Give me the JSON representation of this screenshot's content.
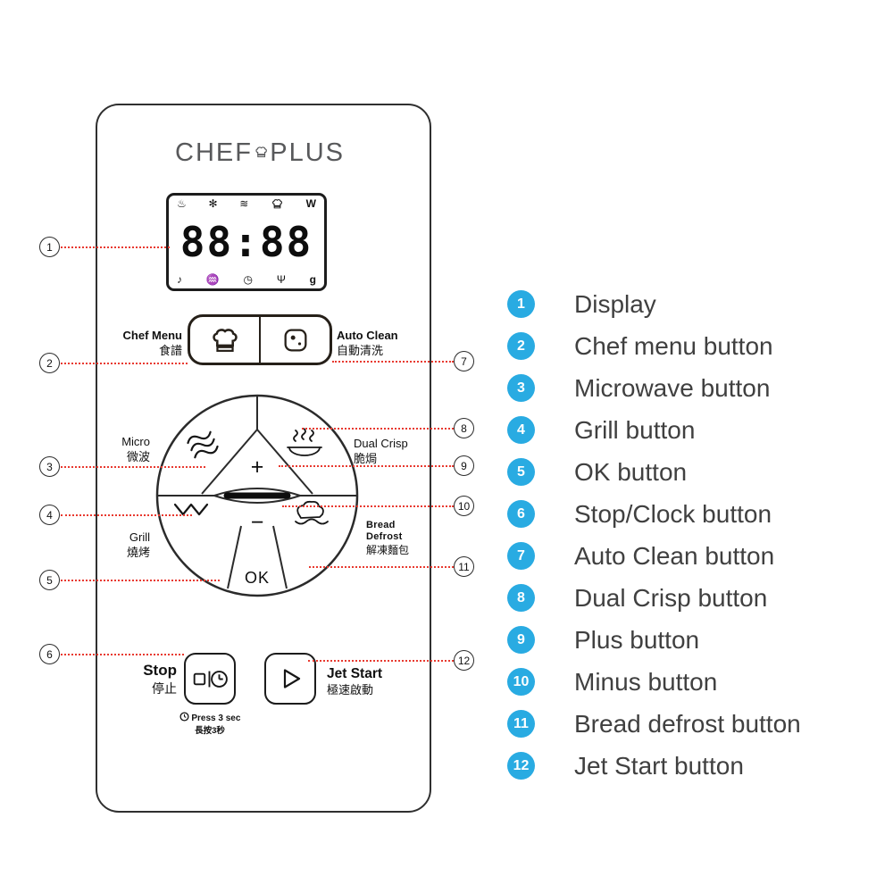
{
  "colors": {
    "accent_blue": "#29ABE2",
    "leader_red": "#E8392F",
    "panel_border": "#2F2F2F",
    "legend_text": "#404040",
    "logo_gray": "#58595B"
  },
  "logo": {
    "left": "CHEF",
    "right": "PLUS"
  },
  "display": {
    "time": "88:88",
    "icons_top": {
      "pot": "♨",
      "defrost": "✻",
      "steam": "≋",
      "watt": "W"
    },
    "icons_bottom": {
      "poultry": "♪",
      "grill": "♒",
      "clock": "◷",
      "cutlery": "Ψ",
      "gram": "g"
    }
  },
  "controls": {
    "chef_menu": {
      "en": "Chef Menu",
      "zh": "食譜"
    },
    "auto_clean": {
      "en": "Auto Clean",
      "zh": "自動清洗"
    },
    "micro": {
      "en": "Micro",
      "zh": "微波"
    },
    "dual_crisp": {
      "en": "Dual Crisp",
      "zh": "脆焗"
    },
    "grill": {
      "en": "Grill",
      "zh": "燒烤"
    },
    "bread_defrost": {
      "en_line1": "Bread",
      "en_line2": "Defrost",
      "zh": "解凍麵包"
    },
    "ok": "OK",
    "plus": "+",
    "minus": "−",
    "stop": {
      "en": "Stop",
      "zh": "停止"
    },
    "jet_start": {
      "en": "Jet Start",
      "zh": "極速啟動"
    },
    "press_hint": {
      "en": "Press 3 sec",
      "zh": "長按3秒"
    }
  },
  "legend": [
    {
      "num": "1",
      "label": "Display"
    },
    {
      "num": "2",
      "label": "Chef menu button"
    },
    {
      "num": "3",
      "label": "Microwave button"
    },
    {
      "num": "4",
      "label": "Grill button"
    },
    {
      "num": "5",
      "label": "OK button"
    },
    {
      "num": "6",
      "label": "Stop/Clock button"
    },
    {
      "num": "7",
      "label": "Auto Clean button"
    },
    {
      "num": "8",
      "label": "Dual Crisp button"
    },
    {
      "num": "9",
      "label": "Plus button"
    },
    {
      "num": "10",
      "label": "Minus button"
    },
    {
      "num": "11",
      "label": "Bread defrost button"
    },
    {
      "num": "12",
      "label": "Jet Start button"
    }
  ]
}
